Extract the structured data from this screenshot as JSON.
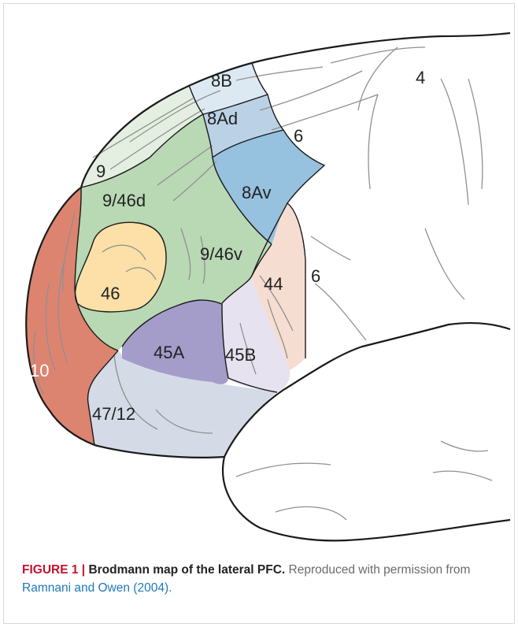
{
  "figure": {
    "areas": {
      "a8B": "8B",
      "a8Ad": "8Ad",
      "a8Av": "8Av",
      "a6_upper": "6",
      "a6_lower": "6",
      "a4": "4",
      "a9": "9",
      "a9_46d": "9/46d",
      "a9_46v": "9/46v",
      "a46": "46",
      "a44": "44",
      "a45A": "45A",
      "a45B": "45B",
      "a10": "10",
      "a47_12": "47/12"
    },
    "colors": {
      "a10": "#dc8470",
      "a46": "#fce0a8",
      "green": "#b9d8b4",
      "a9": "#e4eee1",
      "a8B": "#dde9f2",
      "a8Ad": "#bbd2e6",
      "a8Av": "#96c1df",
      "a44": "#f6ddd1",
      "a45A": "#a49cc9",
      "a45B": "#e7e2ef",
      "a47_12": "#d5dbe6",
      "outline": "#1a1a1a",
      "sulcus": "#909090"
    }
  },
  "caption": {
    "label": "FIGURE 1 |",
    "title": "Brodmann map of the lateral PFC.",
    "text": "Reproduced with permission from",
    "reference": "Ramnani and Owen (2004)",
    "end": "."
  }
}
